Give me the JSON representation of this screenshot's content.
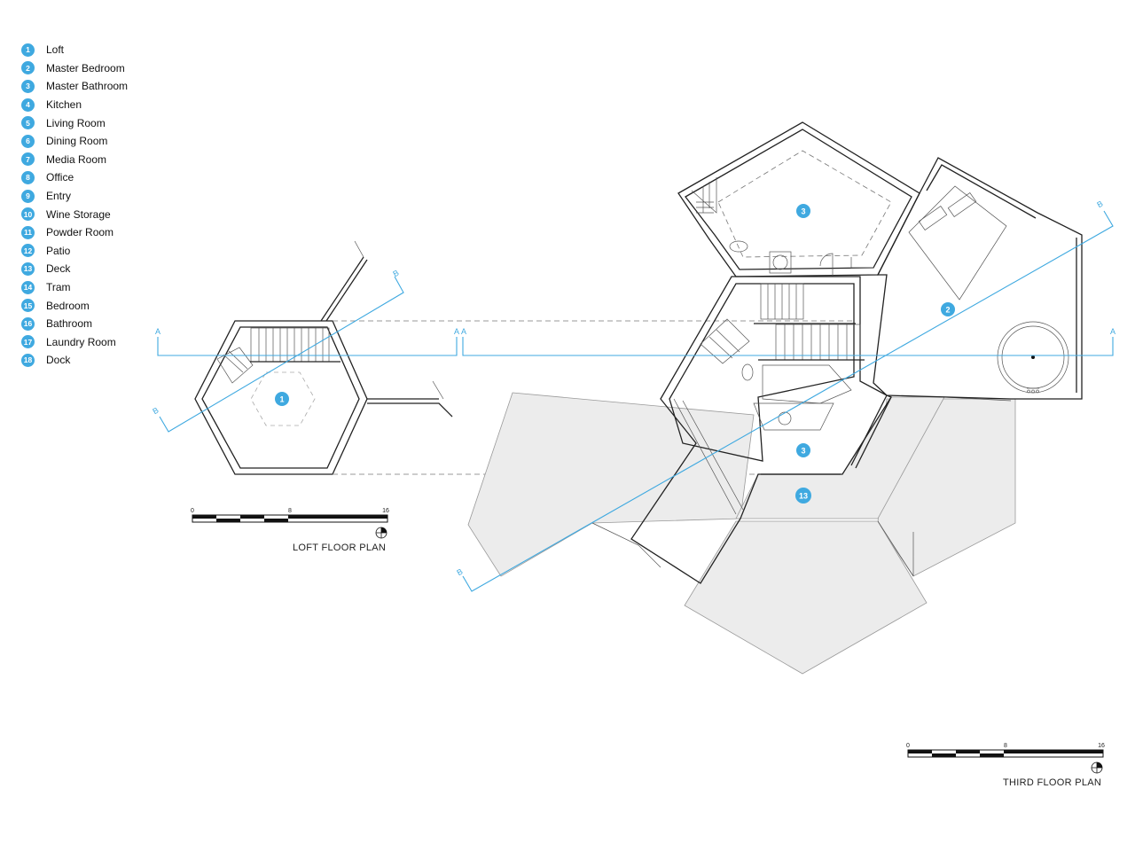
{
  "legend": [
    {
      "num": "1",
      "label": "Loft"
    },
    {
      "num": "2",
      "label": "Master Bedroom"
    },
    {
      "num": "3",
      "label": "Master Bathroom"
    },
    {
      "num": "4",
      "label": "Kitchen"
    },
    {
      "num": "5",
      "label": "Living Room"
    },
    {
      "num": "6",
      "label": "Dining Room"
    },
    {
      "num": "7",
      "label": "Media Room"
    },
    {
      "num": "8",
      "label": "Office"
    },
    {
      "num": "9",
      "label": "Entry"
    },
    {
      "num": "10",
      "label": "Wine Storage"
    },
    {
      "num": "11",
      "label": "Powder Room"
    },
    {
      "num": "12",
      "label": "Patio"
    },
    {
      "num": "13",
      "label": "Deck"
    },
    {
      "num": "14",
      "label": "Tram"
    },
    {
      "num": "15",
      "label": "Bedroom"
    },
    {
      "num": "16",
      "label": "Bathroom"
    },
    {
      "num": "17",
      "label": "Laundry Room"
    },
    {
      "num": "18",
      "label": "Dock"
    }
  ],
  "loft_plan": {
    "title": "LOFT FLOOR PLAN",
    "scale_ticks": [
      "0",
      "8",
      "16"
    ],
    "room_tags": [
      "1"
    ]
  },
  "third_plan": {
    "title": "THIRD FLOOR PLAN",
    "scale_ticks": [
      "0",
      "8",
      "16"
    ],
    "room_tags": [
      "3",
      "2",
      "3",
      "13"
    ]
  },
  "section_markers": {
    "a": "A",
    "b": "B"
  },
  "colors": {
    "accent": "#3fa9e0",
    "deck_fill": "#ececec",
    "wall": "#222222"
  }
}
